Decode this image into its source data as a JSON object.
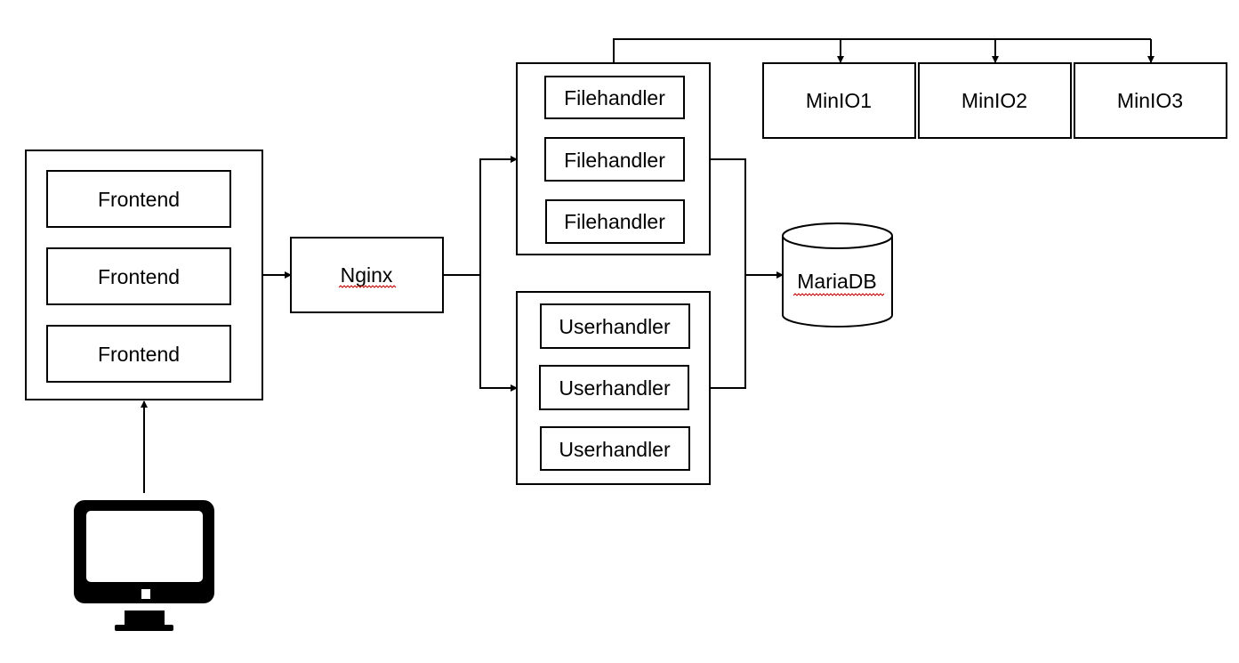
{
  "frontend_group": {
    "items": [
      "Frontend",
      "Frontend",
      "Frontend"
    ]
  },
  "proxy": {
    "label": "Nginx"
  },
  "filehandler_group": {
    "items": [
      "Filehandler",
      "Filehandler",
      "Filehandler"
    ]
  },
  "userhandler_group": {
    "items": [
      "Userhandler",
      "Userhandler",
      "Userhandler"
    ]
  },
  "storage": {
    "items": [
      "MinIO1",
      "MinIO2",
      "MinIO3"
    ]
  },
  "database": {
    "label": "MariaDB"
  },
  "client": {
    "icon": "computer-monitor-icon"
  },
  "colors": {
    "stroke": "#000000",
    "background": "#ffffff",
    "spellcheck": "#c00000"
  }
}
